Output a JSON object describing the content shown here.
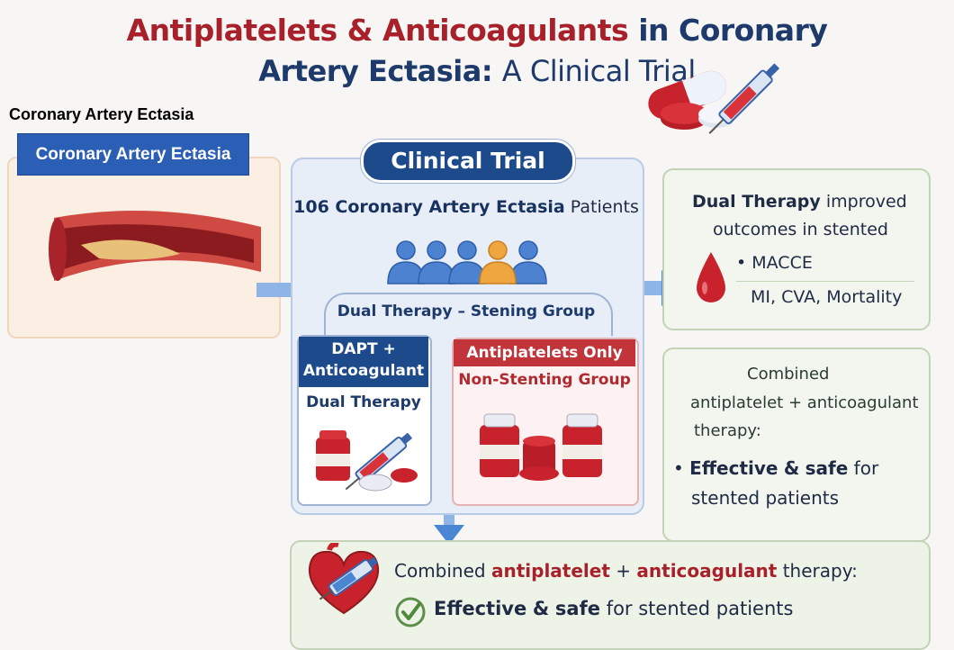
{
  "title": {
    "line1_red": "Antiplatelets & Anticoagulants",
    "line1_navy": "in Coronary",
    "line2_bold": "Artery Ectasia:",
    "line2_light": "A Clinical Trial"
  },
  "left": {
    "top_label": "Coronary Artery Ectasia",
    "banner": "Coronary Artery Ectasia"
  },
  "trial": {
    "pill": "Clinical Trial",
    "patients_bold": "106 Coronary Artery Ectasia",
    "patients_rest": "Patients",
    "group_label": "Dual Therapy – Stening Group",
    "left_card": {
      "head_line1": "DAPT +",
      "head_line2": "Anticoagulant",
      "sub": "Dual Therapy"
    },
    "right_card": {
      "head": "Antiplatelets Only",
      "sub": "Non-Stenting Group"
    }
  },
  "outcomes": {
    "line1_bold": "Dual Therapy",
    "line1_rest": "improved",
    "line2": "outcomes in stented",
    "bullet1": "MACCE",
    "line4": "MI, CVA, Mortality"
  },
  "conclusion_panel": {
    "line1": "Combined",
    "line2": "antiplatelet + anticoagulant",
    "line3": "therapy:",
    "bullet_bold1": "Effective",
    "bullet_amp": "&",
    "bullet_bold2": "safe",
    "bullet_rest": "for",
    "line5": "stented patients"
  },
  "bottom": {
    "pre": "Combined",
    "red1": "antiplatelet",
    "plus": "+",
    "red2": "anticoagulant",
    "post": "therapy:",
    "bold1": "Effective",
    "amp": "&",
    "bold2": "safe",
    "rest": "for stented patients"
  },
  "colors": {
    "navy": "#1d3a6b",
    "red": "#a8202a",
    "blue_banner": "#2b5fb5",
    "arrow": "#4a86d4"
  }
}
